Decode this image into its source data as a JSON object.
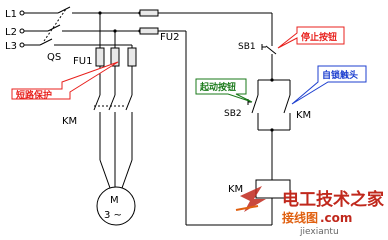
{
  "colors": {
    "wire": "#000000",
    "fuse_fill": "#e8e8e8",
    "red": "#e8201c",
    "green": "#1a7a1a",
    "blue": "#1d3fcf",
    "wm_red": "#c0281c",
    "wm_orange": "#e06010"
  },
  "labels": {
    "l1": "L1",
    "l2": "L2",
    "l3": "L3",
    "qs": "QS",
    "fu1": "FU1",
    "fu2": "FU2",
    "km_main": "KM",
    "km_self": "KM",
    "km_coil": "KM",
    "sb1": "SB1",
    "sb2": "SB2",
    "motor_m": "M",
    "motor_phase": "3 ~"
  },
  "callouts": {
    "short_circuit": "短路保护",
    "stop_button": "停止按钮",
    "start_button": "起动按钮",
    "self_lock": "自锁触头"
  },
  "watermark": {
    "line1": "电工技术之家",
    "line2": "接线图",
    "line2_suffix": ".com",
    "line3": "jiexiantu"
  }
}
